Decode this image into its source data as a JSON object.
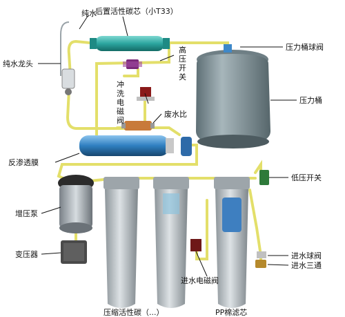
{
  "labels": {
    "pure_water": "纯水",
    "post_carbon": "后置活性碳芯（小T33）",
    "faucet": "纯水龙头",
    "high_pressure_switch": "高压开关",
    "tank_ball_valve": "压力桶球阀",
    "flush_valve": "冲洗电磁阀",
    "waste_ratio": "废水比",
    "pressure_tank": "压力桶",
    "ro_membrane": "反渗透膜",
    "low_pressure_switch": "低压开关",
    "booster_pump": "增压泵",
    "transformer": "变压器",
    "inlet_ball_valve": "进水球阀",
    "inlet_tee": "进水三通",
    "inlet_solenoid": "进水电磁阀",
    "bottom_left_partial": "压缩活性碳（...）",
    "bottom_right_partial": "PP棉滤芯"
  },
  "colors": {
    "tank": "#8a9aa0",
    "carbon_filter": "#2ca6a0",
    "membrane": "#2f7fc0",
    "tubing": "#e3df6a",
    "housing": "#b9c0c4",
    "solenoid": "#8a1a1a"
  }
}
